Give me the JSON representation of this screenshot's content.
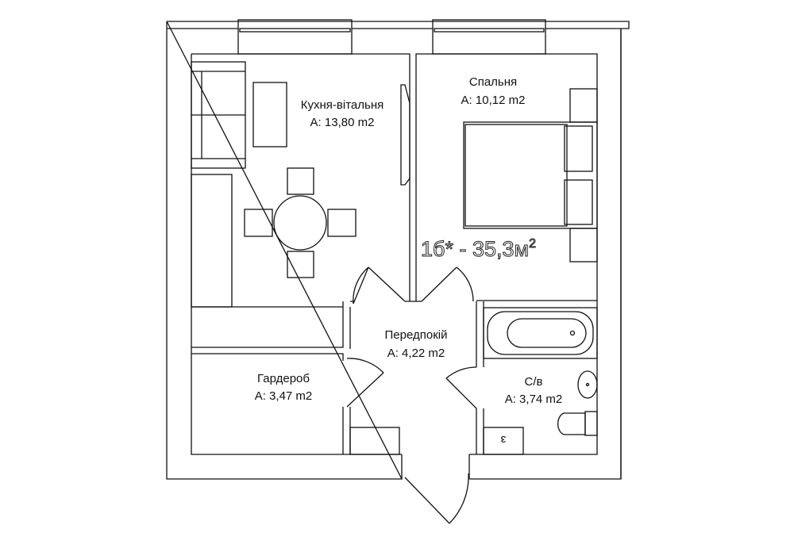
{
  "plan": {
    "unit_label": "1б* - 35,3м",
    "unit_label_sup": "2",
    "rooms": [
      {
        "name": "Кухня-вітальня",
        "area": "A: 13,80 m2"
      },
      {
        "name": "Спальня",
        "area": "A: 10,12 m2"
      },
      {
        "name": "Передпокій",
        "area": "A: 4,22 m2"
      },
      {
        "name": "Гардероб",
        "area": "A: 3,47 m2"
      },
      {
        "name": "С/в",
        "area": "A: 3,74 m2"
      }
    ],
    "meter_mark": "з"
  },
  "colors": {
    "line": "#111111",
    "background": "#ffffff"
  }
}
